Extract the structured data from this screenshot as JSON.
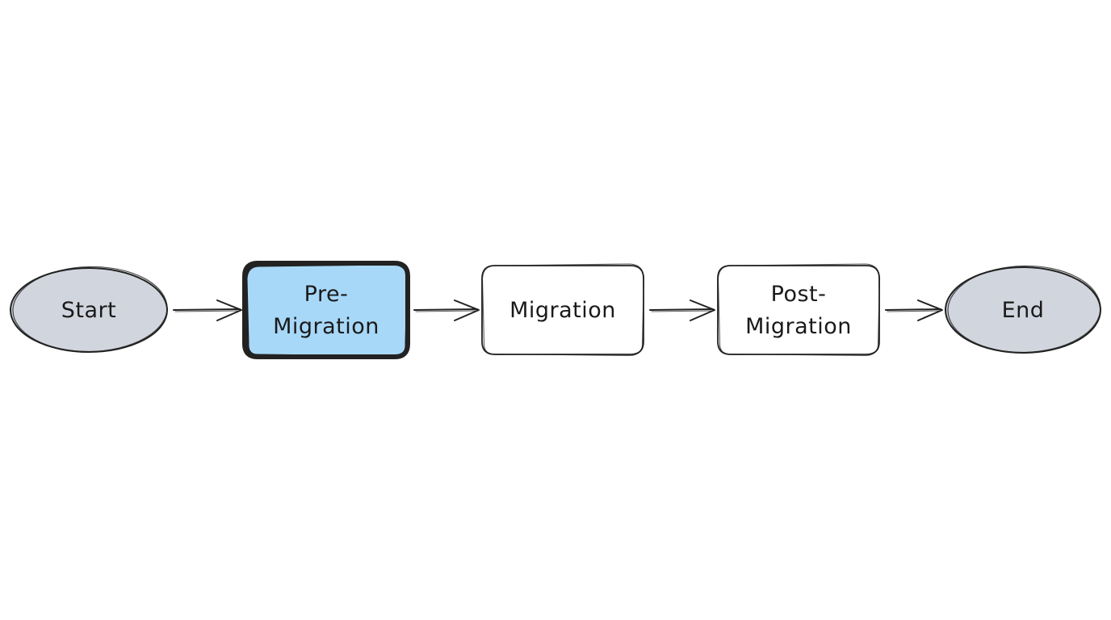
{
  "diagram": {
    "nodes": [
      {
        "id": "start",
        "shape": "ellipse",
        "label_lines": [
          "Start"
        ],
        "fill": "#d1d5de",
        "highlighted": false
      },
      {
        "id": "pre-migration",
        "shape": "rounded-rect",
        "label_lines": [
          "Pre-",
          "Migration"
        ],
        "fill": "#a8d8f8",
        "highlighted": true
      },
      {
        "id": "migration",
        "shape": "rounded-rect",
        "label_lines": [
          "Migration"
        ],
        "fill": "#ffffff",
        "highlighted": false
      },
      {
        "id": "post-migration",
        "shape": "rounded-rect",
        "label_lines": [
          "Post-",
          "Migration"
        ],
        "fill": "#ffffff",
        "highlighted": false
      },
      {
        "id": "end",
        "shape": "ellipse",
        "label_lines": [
          "End"
        ],
        "fill": "#d1d5de",
        "highlighted": false
      }
    ],
    "edges": [
      {
        "from": "start",
        "to": "pre-migration"
      },
      {
        "from": "pre-migration",
        "to": "migration"
      },
      {
        "from": "migration",
        "to": "post-migration"
      },
      {
        "from": "post-migration",
        "to": "end"
      }
    ],
    "colors": {
      "stroke": "#222222",
      "highlight_stroke": "#1a1a1a",
      "background": "#ffffff"
    }
  }
}
